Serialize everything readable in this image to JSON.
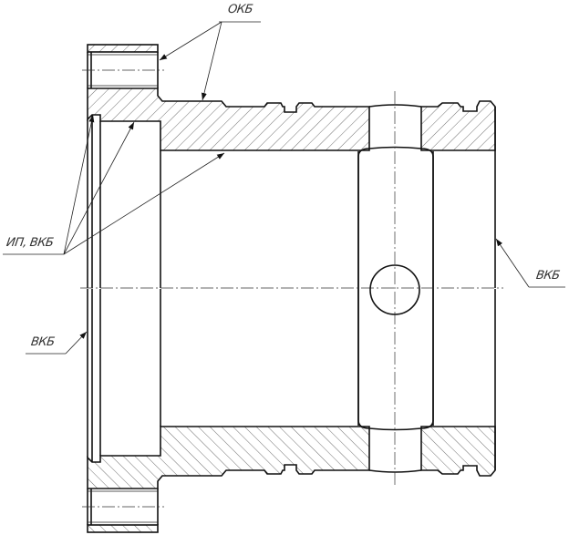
{
  "drawing": {
    "title": "Flanged sleeve – sectional view with surface designations",
    "labels": {
      "top": "ОКБ",
      "left_upper": "ИП, ВКБ",
      "left_lower": "ВКБ",
      "right": "ВКБ"
    },
    "colors": {
      "line": "#111111",
      "background": "#ffffff"
    }
  }
}
